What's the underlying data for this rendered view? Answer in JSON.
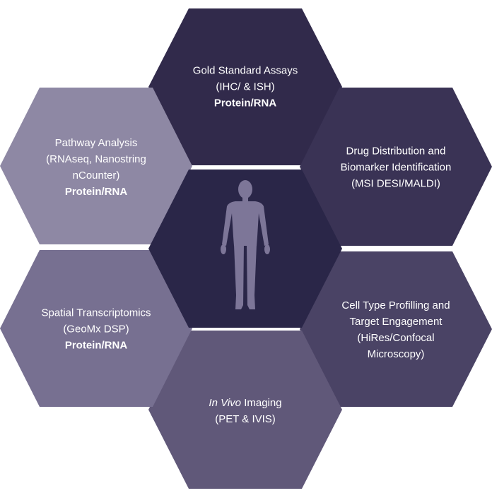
{
  "colors": {
    "top": "#312a4b",
    "top_right": "#3a3355",
    "bottom_right": "#4a4365",
    "bottom": "#605879",
    "bottom_left": "#777091",
    "top_left": "#8e88a4",
    "center": "#2a2648",
    "figure": "#7d7698",
    "text": "#ffffff"
  },
  "hexagons": {
    "top": {
      "title": "Gold Standard Assays",
      "subtitle": "(IHC/ & ISH)",
      "bold": "Protein/RNA"
    },
    "top_right": {
      "line1": "Drug Distribution and",
      "line2": "Biomarker Identification",
      "line3": "(MSI DESI/MALDI)"
    },
    "bottom_right": {
      "line1": "Cell Type Profilling and",
      "line2": "Target Engagement",
      "line3": "(HiRes/Confocal",
      "line4": "Microscopy)"
    },
    "bottom": {
      "title_italic": "In Vivo",
      "title_rest": " Imaging",
      "subtitle": "(PET & IVIS)"
    },
    "bottom_left": {
      "title": "Spatial Transcriptomics",
      "subtitle": "(GeoMx DSP)",
      "bold": "Protein/RNA"
    },
    "top_left": {
      "title": "Pathway Analysis",
      "line2": "(RNAseq, Nanostring",
      "line3": "nCounter)",
      "bold": "Protein/RNA"
    }
  },
  "center": {
    "icon": "human-figure-icon"
  }
}
